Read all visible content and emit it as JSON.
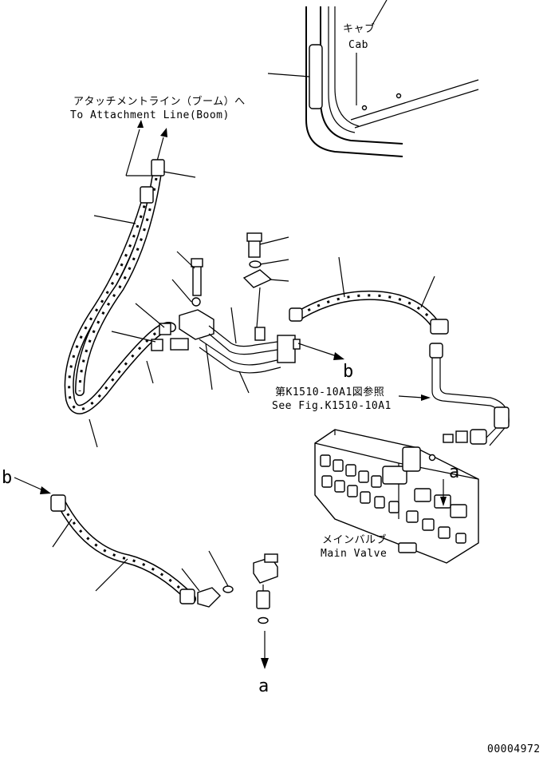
{
  "labels": {
    "cab_jp": "キャブ",
    "cab_en": "Cab",
    "attach_jp": "アタッチメントライン（ブーム）へ",
    "attach_en": "To Attachment Line(Boom)",
    "fig_jp": "第K1510-10A1図参照",
    "fig_en": "See Fig.K1510-10A1",
    "valve_jp": "メインバルブ",
    "valve_en": "Main Valve",
    "ref_b_upper": "b",
    "ref_b_lower": "b",
    "ref_a_valve": "a",
    "ref_a_bottom": "a",
    "drawing_number": "00004972"
  }
}
